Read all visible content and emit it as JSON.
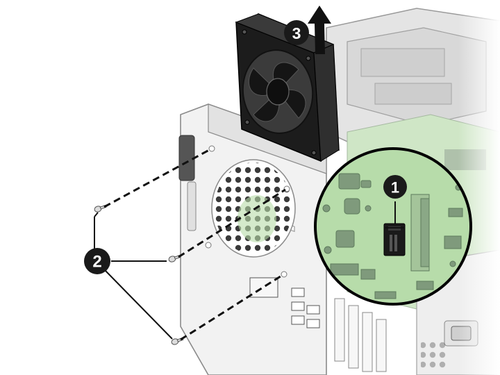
{
  "diagram": {
    "callouts": [
      {
        "id": "1",
        "label": "1"
      },
      {
        "id": "2",
        "label": "2"
      },
      {
        "id": "3",
        "label": "3"
      }
    ],
    "colors": {
      "chassis": "#f0f0f0",
      "chassis_edge": "#8a8a8a",
      "fan": "#1c1c1c",
      "board": "#b7dcaa",
      "callout_fill": "#1a1a1a",
      "arrow": "#111111"
    },
    "icons": [
      "fan-icon",
      "screw-icon",
      "up-arrow-icon",
      "fan-connector-icon"
    ]
  }
}
